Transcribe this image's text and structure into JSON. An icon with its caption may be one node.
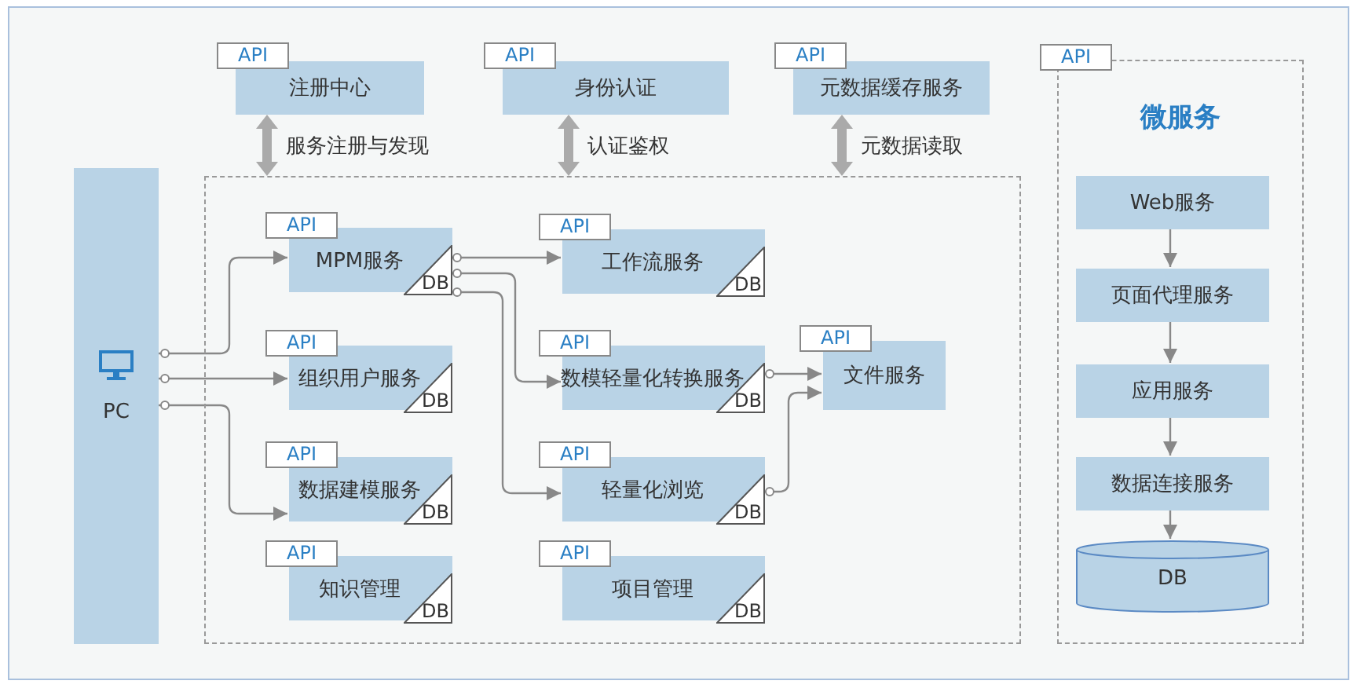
{
  "diagram": {
    "nodes": [
      {
        "text": [
          "PC"
        ]
      },
      {
        "text": [
          "API",
          "注册中心"
        ]
      },
      {
        "text": [
          "API",
          "身份认证"
        ]
      },
      {
        "text": [
          "API",
          "元数据缓存服务"
        ]
      },
      {
        "text": [],
        "shape": "box"
      },
      {
        "text": [
          "API",
          "MPM服务",
          "DB"
        ],
        "in": 4
      },
      {
        "text": [
          "API",
          "组织用户服务",
          "DB"
        ],
        "in": 4
      },
      {
        "text": [
          "API",
          "数据建模服务",
          "DB"
        ],
        "in": 4
      },
      {
        "text": [
          "API",
          "知识管理",
          "DB"
        ],
        "in": 4
      },
      {
        "text": [
          "API",
          "工作流服务",
          "DB"
        ],
        "in": 4
      },
      {
        "text": [
          "API",
          "数模轻量化转换服务",
          "DB"
        ],
        "in": 4
      },
      {
        "text": [
          "API",
          "轻量化浏览",
          "DB"
        ],
        "in": 4
      },
      {
        "text": [
          "API",
          "项目管理",
          "DB"
        ],
        "in": 4
      },
      {
        "text": [
          "API",
          "文件服务"
        ],
        "in": 4
      },
      {
        "text": [
          "API",
          "微服务"
        ]
      },
      {
        "text": [
          "Web服务"
        ],
        "in": 14
      },
      {
        "text": [
          "页面代理服务"
        ],
        "in": 14
      },
      {
        "text": [
          "应用服务"
        ],
        "in": 14
      },
      {
        "text": [
          "数据连接服务"
        ],
        "in": 14
      },
      {
        "text": [
          "DB"
        ],
        "in": 14
      }
    ],
    "edges": [
      {
        "from": 1,
        "to": 4,
        "arrow": "both",
        "label": "服务注册与发现",
        "style": "thick",
        "color": "#aaaaaa"
      },
      {
        "from": 2,
        "to": 4,
        "arrow": "both",
        "label": "认证鉴权",
        "style": "thick",
        "color": "#aaaaaa"
      },
      {
        "from": 3,
        "to": 4,
        "arrow": "both",
        "label": "元数据读取",
        "style": "thick",
        "color": "#aaaaaa"
      },
      {
        "from": 0,
        "to": 5,
        "arrow": "to"
      },
      {
        "from": 0,
        "to": 6,
        "arrow": "to"
      },
      {
        "from": 0,
        "to": 7,
        "arrow": "to"
      },
      {
        "from": 5,
        "to": 9,
        "arrow": "to"
      },
      {
        "from": 5,
        "to": 10,
        "arrow": "to"
      },
      {
        "from": 5,
        "to": 11,
        "arrow": "to"
      },
      {
        "from": 10,
        "to": 13,
        "arrow": "to"
      },
      {
        "from": 11,
        "to": 13,
        "arrow": "to"
      },
      {
        "from": 15,
        "to": 16,
        "arrow": "to"
      },
      {
        "from": 16,
        "to": 17,
        "arrow": "to"
      },
      {
        "from": 17,
        "to": 18,
        "arrow": "to"
      },
      {
        "from": 18,
        "to": 19,
        "arrow": "to"
      }
    ]
  }
}
